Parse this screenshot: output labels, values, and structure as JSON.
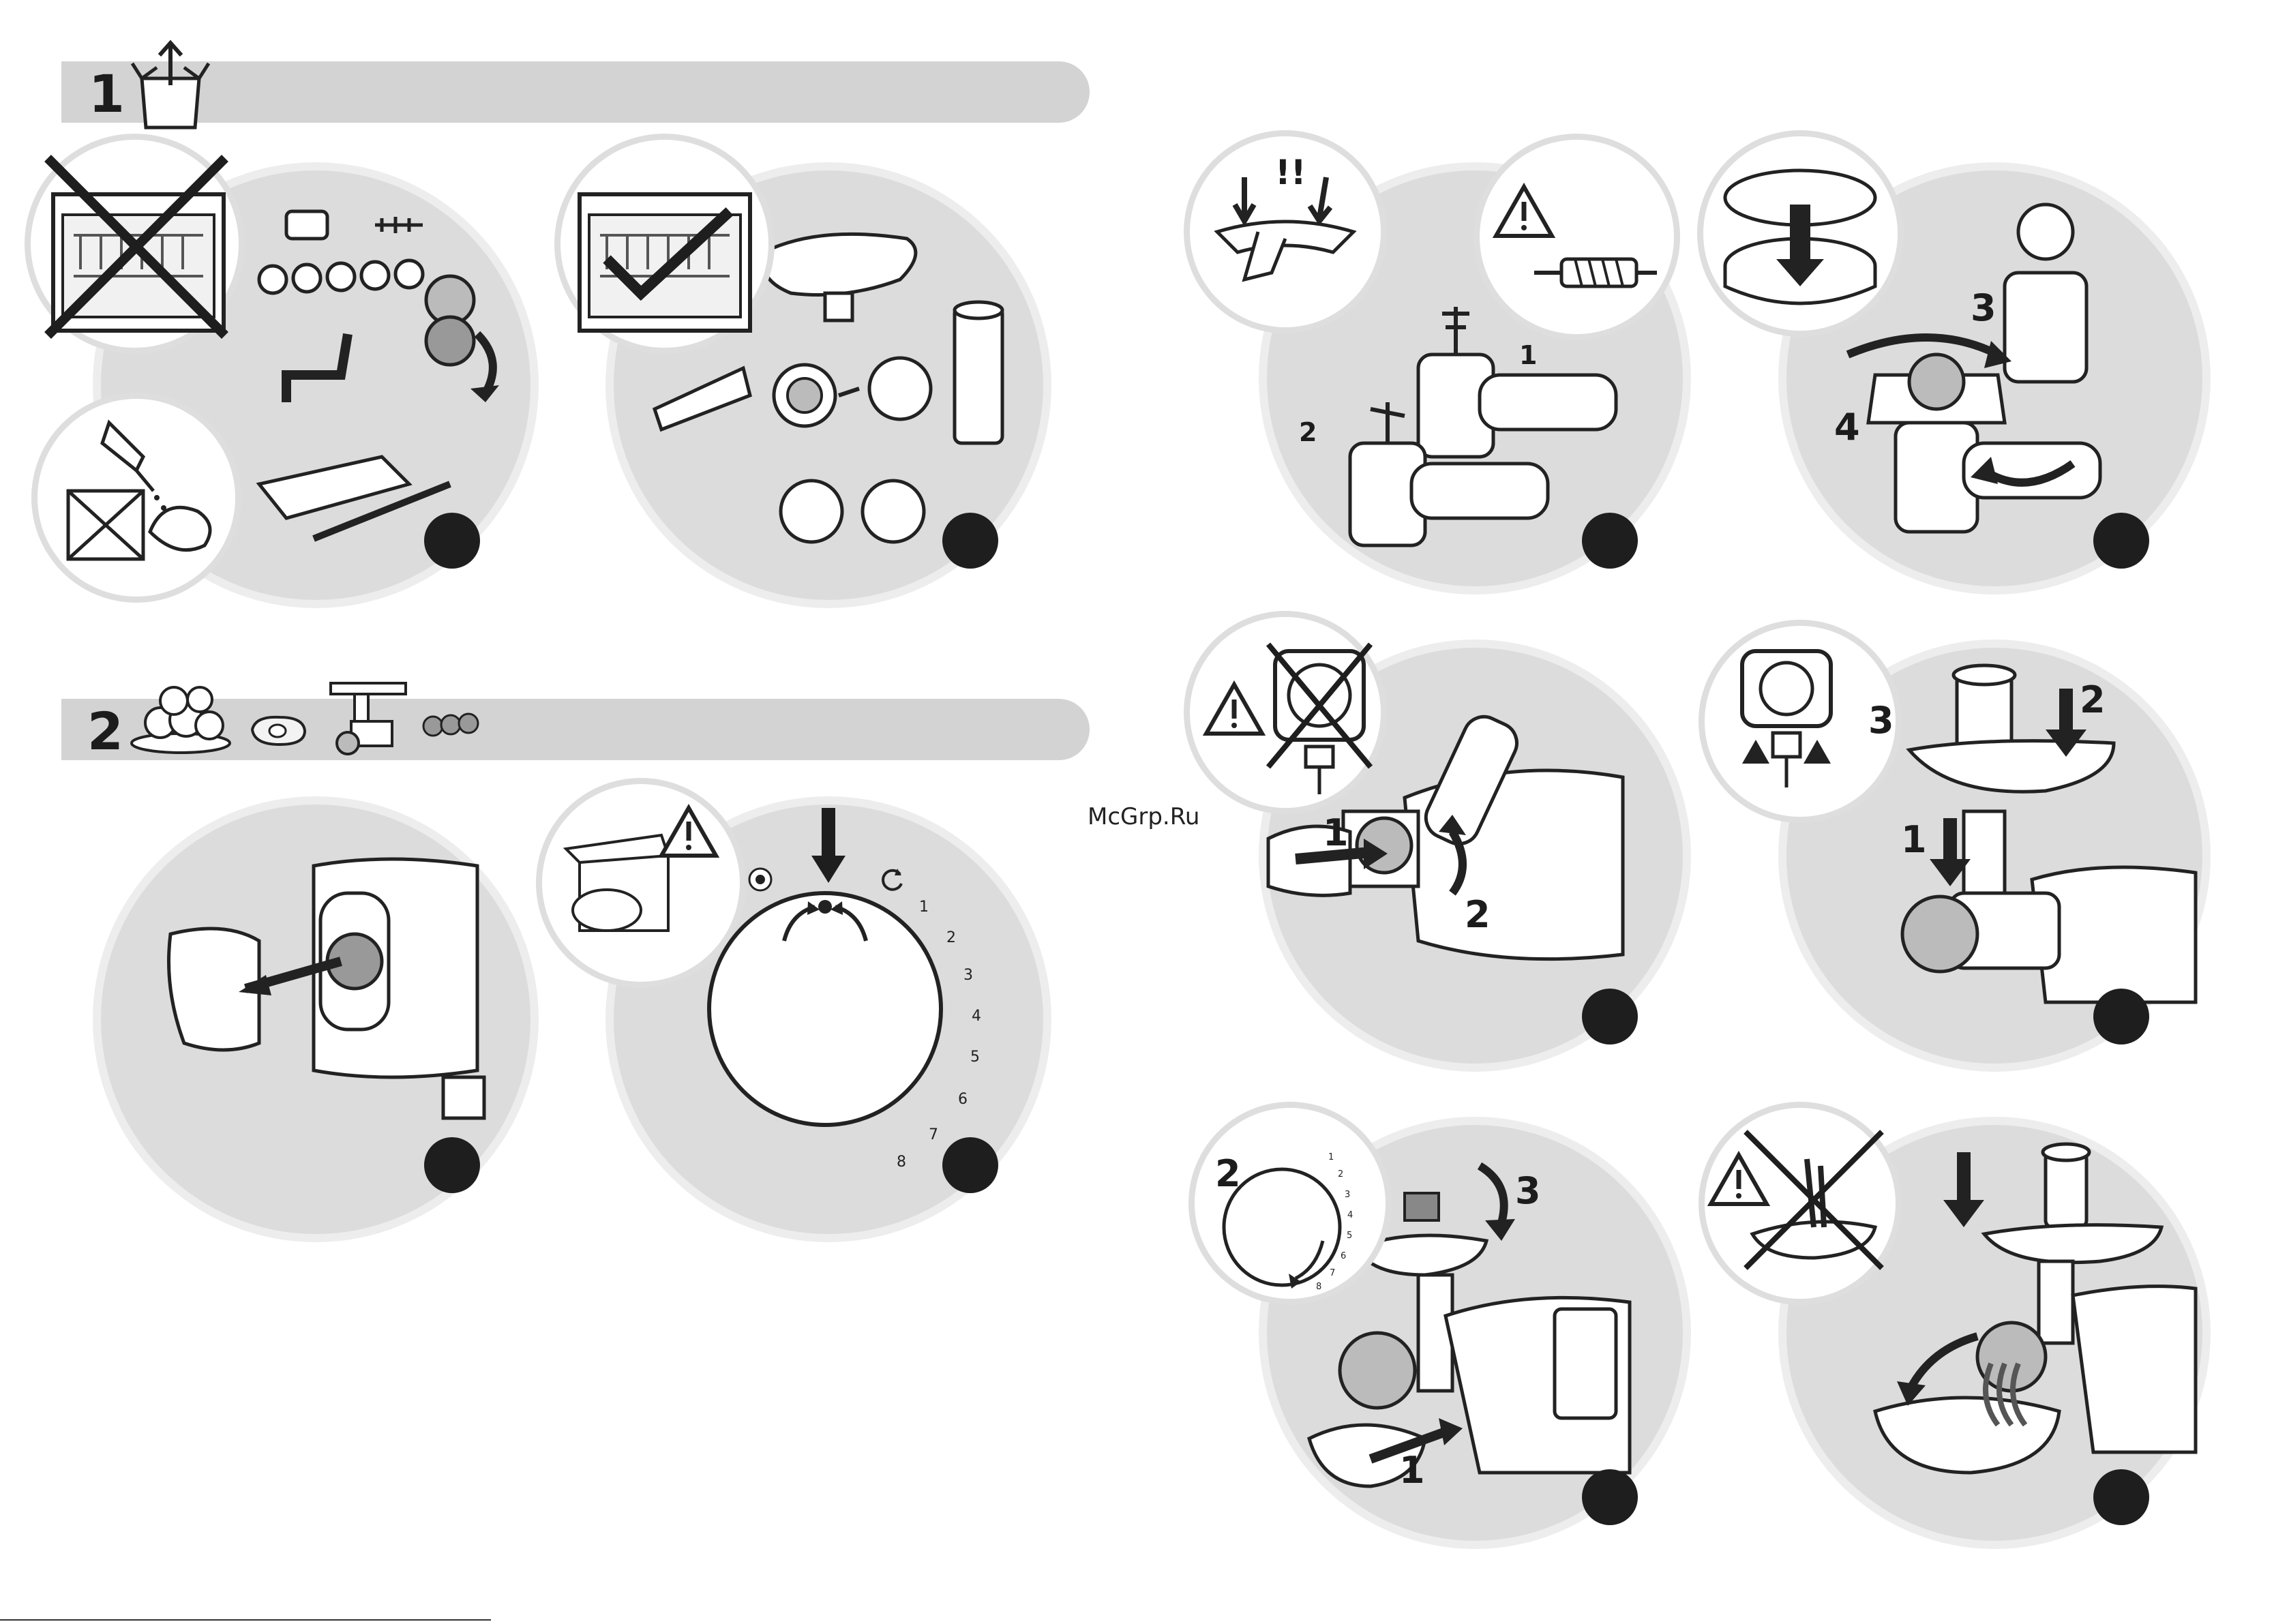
{
  "watermark": "McGrp.Ru",
  "sections": [
    {
      "number": "1",
      "icon": "open-box-icon"
    },
    {
      "number": "2",
      "icon": "meatballs-meat-grinder-icon"
    }
  ],
  "step_labels": {
    "s3_a": "1",
    "s3_b": "2",
    "s4_a": "3",
    "s4_b": "4",
    "s5_a": "1",
    "s5_b": "2",
    "s6_a": "3",
    "s6_b": "2",
    "s6_c": "1",
    "s7_a": "2",
    "s7_b": "3",
    "s7_c": "1",
    "alert_marks": "!!"
  },
  "dial": {
    "numbers": [
      "1",
      "2",
      "3",
      "4",
      "5",
      "6",
      "7",
      "8"
    ],
    "small_numbers": [
      "1",
      "2",
      "3",
      "4",
      "5",
      "6",
      "7",
      "8"
    ]
  },
  "colors": {
    "panel_bg": "#dcdcdc",
    "header_bar": "#d3d3d3",
    "ink": "#1e1e1e"
  }
}
